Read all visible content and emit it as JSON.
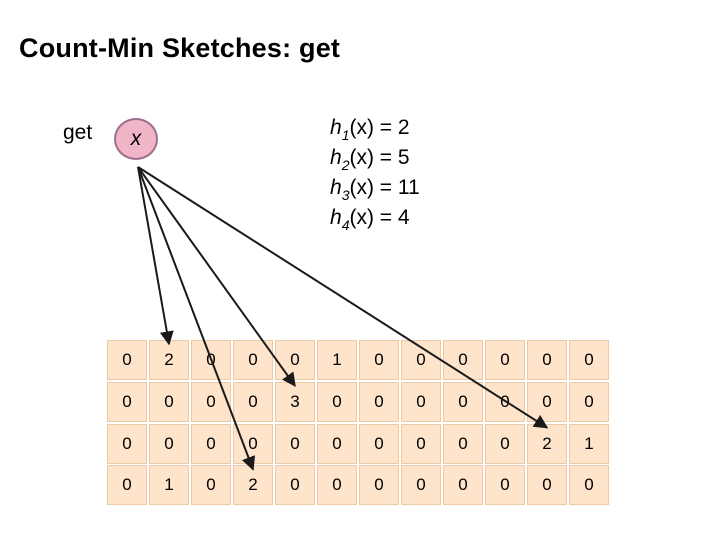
{
  "title": "Count-Min Sketches: get",
  "op_label": "get",
  "input_node": "x",
  "hash_functions": [
    {
      "fn": "h",
      "index": "1",
      "arg": "(x) = 2"
    },
    {
      "fn": "h",
      "index": "2",
      "arg": "(x) = 5"
    },
    {
      "fn": "h",
      "index": "3",
      "arg": "(x) = 11"
    },
    {
      "fn": "h",
      "index": "4",
      "arg": "(x) = 4"
    }
  ],
  "grid": {
    "rows": [
      [
        0,
        2,
        0,
        0,
        0,
        1,
        0,
        0,
        0,
        0,
        0,
        0
      ],
      [
        0,
        0,
        0,
        0,
        3,
        0,
        0,
        0,
        0,
        0,
        0,
        0
      ],
      [
        0,
        0,
        0,
        0,
        0,
        0,
        0,
        0,
        0,
        0,
        2,
        1
      ],
      [
        0,
        1,
        0,
        2,
        0,
        0,
        0,
        0,
        0,
        0,
        0,
        0
      ]
    ]
  },
  "arrows": [
    {
      "row": 1,
      "column": 2
    },
    {
      "row": 2,
      "column": 5
    },
    {
      "row": 3,
      "column": 11
    },
    {
      "row": 4,
      "column": 4
    }
  ],
  "colors": {
    "cell_fill": "#fde4cb",
    "node_fill": "#f0b6c8",
    "arrow": "#1a1a1a"
  }
}
